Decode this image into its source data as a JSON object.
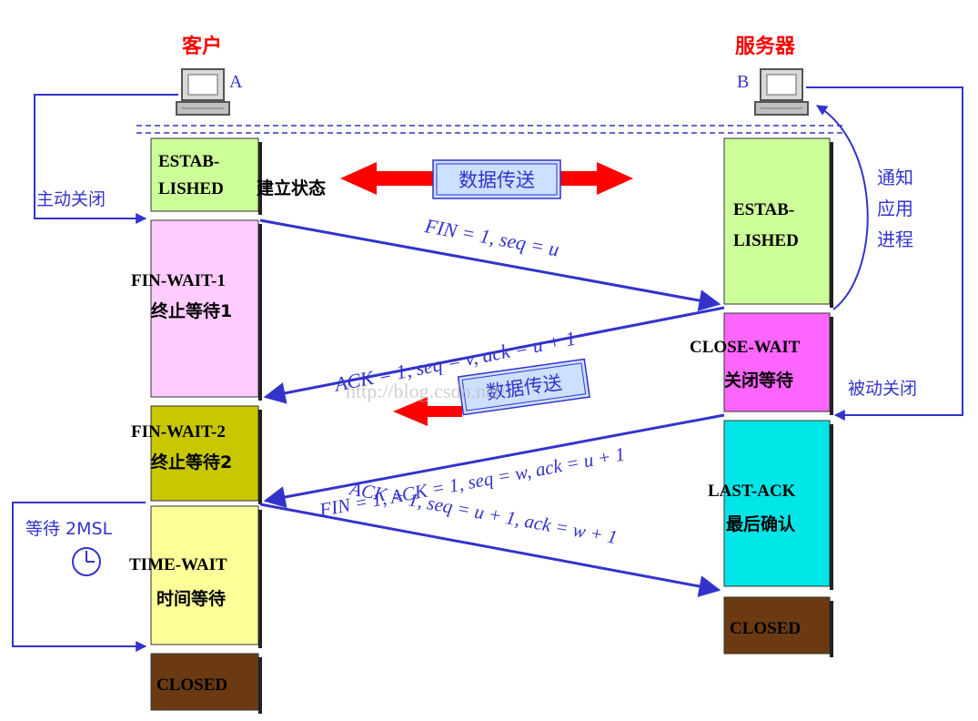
{
  "client": {
    "title": "客户",
    "letter": "A"
  },
  "server": {
    "title": "服务器",
    "letter": "B"
  },
  "states": {
    "client_established": {
      "line1": "ESTAB-",
      "line2": "LISHED"
    },
    "established_suffix": "建立状态",
    "fin_wait_1": {
      "line1": "FIN-WAIT-1",
      "line2": "终止等待1"
    },
    "fin_wait_2": {
      "line1": "FIN-WAIT-2",
      "line2": "终止等待2"
    },
    "time_wait": {
      "line1": "TIME-WAIT",
      "line2": "时间等待"
    },
    "client_closed": "CLOSED",
    "server_established": {
      "line1": "ESTAB-",
      "line2": "LISHED"
    },
    "close_wait": {
      "line1": "CLOSE-WAIT",
      "line2": "关闭等待"
    },
    "last_ack": {
      "line1": "LAST-ACK",
      "line2": "最后确认"
    },
    "server_closed": "CLOSED"
  },
  "labels": {
    "active_close": "主动关闭",
    "passive_close": "被动关闭",
    "notify_app": [
      "通知",
      "应用",
      "进程"
    ],
    "wait_2msl": "等待 2MSL",
    "data_transfer_1": "数据传送",
    "data_transfer_2": "数据传送",
    "watermark": "http://blog.csdn.net/"
  },
  "messages": {
    "fin1": "FIN = 1, seq = u",
    "ack1": "ACK = 1, seq = v, ack = u + 1",
    "fin2": "FIN = 1, ACK = 1, seq = w, ack = u + 1",
    "ack2": "ACK = 1, seq = u + 1, ack = w + 1"
  },
  "colors": {
    "established": "#ccff99",
    "fin_wait_1": "#ffccff",
    "fin_wait_2": "#c8c800",
    "time_wait": "#ffff99",
    "closed": "#6b3a12",
    "close_wait": "#ff66ff",
    "last_ack": "#00e5e5",
    "arrow": "#3333cc",
    "red_arrow": "#ff0000",
    "title_red": "#ff0000"
  }
}
